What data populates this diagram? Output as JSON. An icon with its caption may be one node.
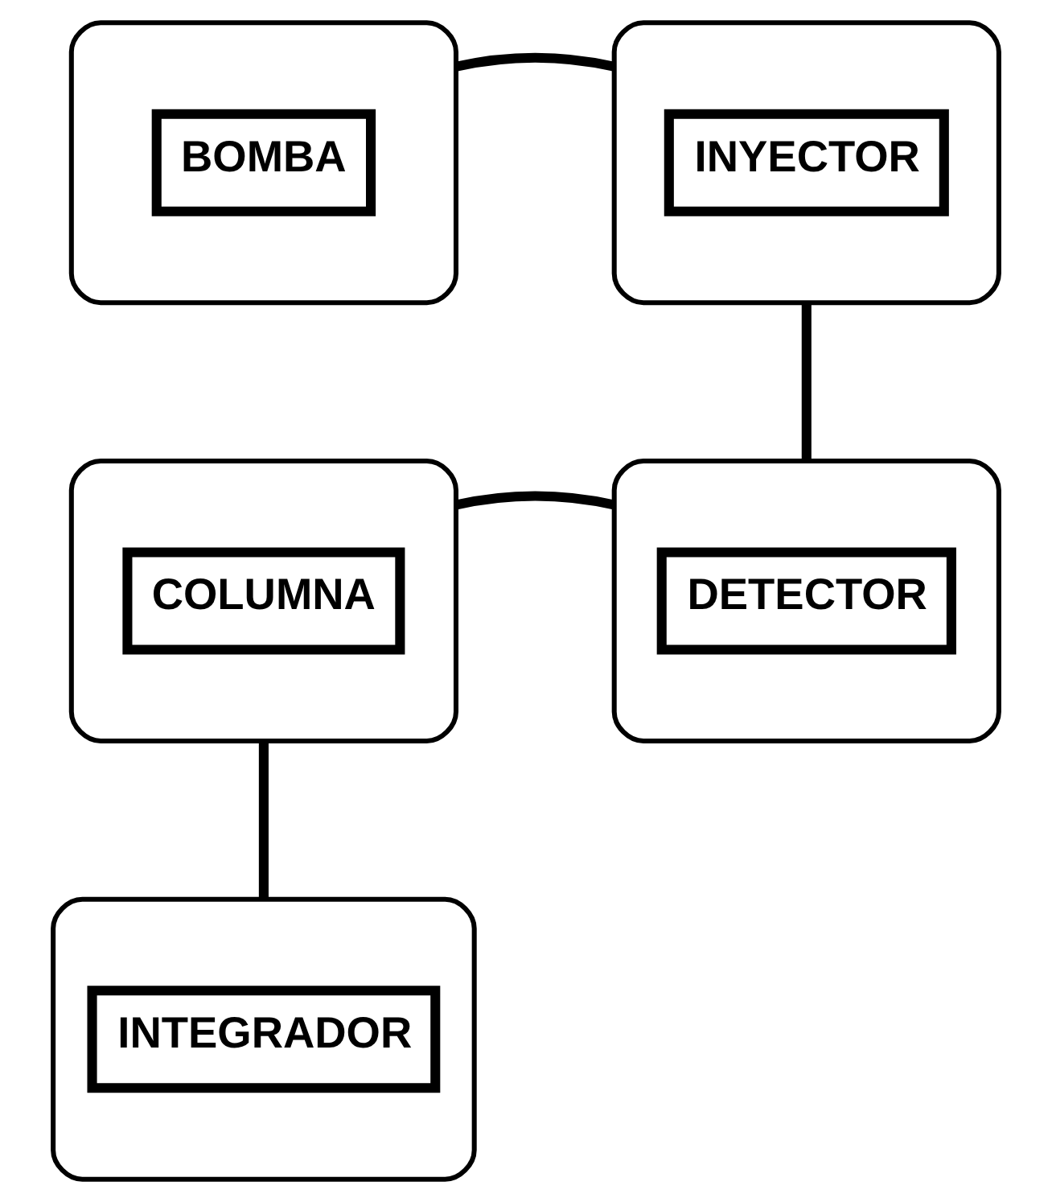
{
  "diagram": {
    "nodes": [
      {
        "text": [
          "BOMBA"
        ]
      },
      {
        "text": [
          "INYECTOR"
        ]
      },
      {
        "text": [
          "COLUMNA"
        ]
      },
      {
        "text": [
          "DETECTOR"
        ]
      },
      {
        "text": [
          "INTEGRADOR"
        ]
      }
    ],
    "edges": [
      {
        "from": 0,
        "to": 1,
        "arrow": "none"
      },
      {
        "from": 1,
        "to": 3,
        "arrow": "none"
      },
      {
        "from": 3,
        "to": 2,
        "arrow": "none"
      },
      {
        "from": 2,
        "to": 4,
        "arrow": "none"
      }
    ]
  }
}
